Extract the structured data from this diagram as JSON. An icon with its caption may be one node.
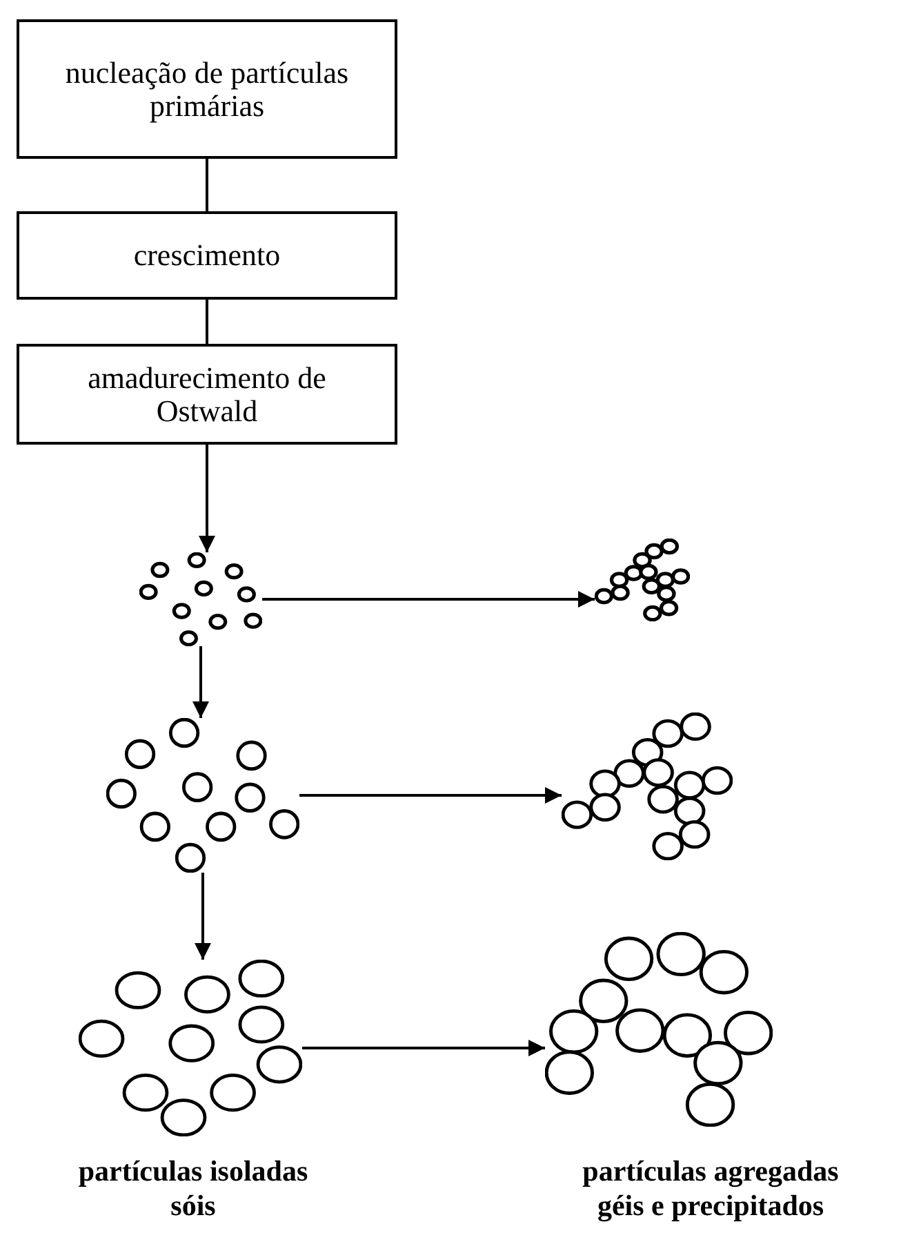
{
  "diagram": {
    "nodes": [
      {
        "text": [
          "nucleação de partículas primárias"
        ]
      },
      {
        "text": [
          "crescimento"
        ]
      },
      {
        "text": [
          "amadurecimento de Ostwald"
        ]
      },
      {
        "text": [],
        "shape": "picture"
      },
      {
        "text": [],
        "shape": "picture"
      },
      {
        "text": [],
        "shape": "picture"
      },
      {
        "text": [],
        "shape": "picture"
      },
      {
        "text": [],
        "shape": "picture",
        "beside": [
          "partículas isoladas",
          "sóis"
        ]
      },
      {
        "text": [],
        "shape": "picture",
        "beside": [
          "partículas agregadas",
          "géis e precipitados"
        ]
      }
    ],
    "edges": [
      {
        "from": 0,
        "to": 1,
        "arrow": "none"
      },
      {
        "from": 1,
        "to": 2,
        "arrow": "none"
      },
      {
        "from": 2,
        "to": 3,
        "arrow": "to"
      },
      {
        "from": 3,
        "to": 4,
        "arrow": "to"
      },
      {
        "from": 3,
        "to": 5,
        "arrow": "to"
      },
      {
        "from": 5,
        "to": 6,
        "arrow": "to"
      },
      {
        "from": 5,
        "to": 7,
        "arrow": "to"
      },
      {
        "from": 7,
        "to": 8,
        "arrow": "to"
      }
    ]
  }
}
